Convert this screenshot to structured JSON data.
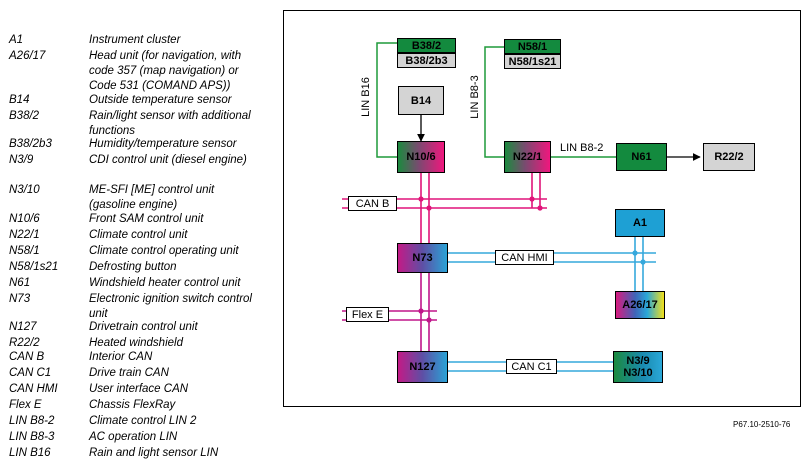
{
  "legend": [
    {
      "code": "A1",
      "desc": "Instrument cluster"
    },
    {
      "code": "A26/17",
      "desc": "Head unit (for navigation, with code 357 (map navigation) or Code 531 (COMAND APS))"
    },
    {
      "code": "B14",
      "desc": "Outside temperature sensor"
    },
    {
      "code": "B38/2",
      "desc": "Rain/light sensor with additional functions"
    },
    {
      "code": "B38/2b3",
      "desc": "Humidity/temperature sensor"
    },
    {
      "code": "N3/9",
      "desc": "CDI control unit (diesel engine)"
    },
    {
      "code": "N3/10",
      "desc": "ME-SFI [ME] control unit (gasoline engine)"
    },
    {
      "code": "N10/6",
      "desc": "Front SAM control unit"
    },
    {
      "code": "N22/1",
      "desc": "Climate control unit"
    },
    {
      "code": "N58/1",
      "desc": "Climate control operating unit"
    },
    {
      "code": "N58/1s21",
      "desc": "Defrosting button"
    },
    {
      "code": "N61",
      "desc": "Windshield heater control unit"
    },
    {
      "code": "N73",
      "desc": "Electronic ignition switch control unit"
    },
    {
      "code": "N127",
      "desc": "Drivetrain control unit"
    },
    {
      "code": "R22/2",
      "desc": "Heated windshield"
    },
    {
      "code": "CAN B",
      "desc": "Interior CAN"
    },
    {
      "code": "CAN C1",
      "desc": "Drive train CAN"
    },
    {
      "code": "CAN HMI",
      "desc": "User interface CAN"
    },
    {
      "code": "Flex E",
      "desc": "Chassis FlexRay"
    },
    {
      "code": "LIN B8-2",
      "desc": "Climate control LIN 2"
    },
    {
      "code": "LIN B8-3",
      "desc": "AC operation LIN"
    },
    {
      "code": "LIN B16",
      "desc": "Rain and light sensor LIN"
    }
  ],
  "nodes": {
    "b38_2": "B38/2",
    "b38_2b3": "B38/2b3",
    "n58_1": "N58/1",
    "n58_1s21": "N58/1s21",
    "b14": "B14",
    "n10_6": "N10/6",
    "n22_1": "N22/1",
    "n61": "N61",
    "r22_2": "R22/2",
    "a1": "A1",
    "n73": "N73",
    "a26_17": "A26/17",
    "n127": "N127",
    "n3_9": "N3/9",
    "n3_10": "N3/10"
  },
  "buses": {
    "can_b": "CAN B",
    "can_hmi": "CAN HMI",
    "flex_e": "Flex E",
    "can_c1": "CAN C1",
    "lin_b16": "LIN B16",
    "lin_b8_3": "LIN B8-3",
    "lin_b8_2": "LIN B8-2"
  },
  "colors": {
    "lin": "#1f9a3a",
    "can_b": "#e0147a",
    "flex_e": "#c0168a",
    "can_hmi": "#35a8dc",
    "can_c1": "#35a8dc",
    "green_box": "#138a3e",
    "grey_box": "#d4d4d4"
  },
  "figure_id": "P67.10-2510-76"
}
